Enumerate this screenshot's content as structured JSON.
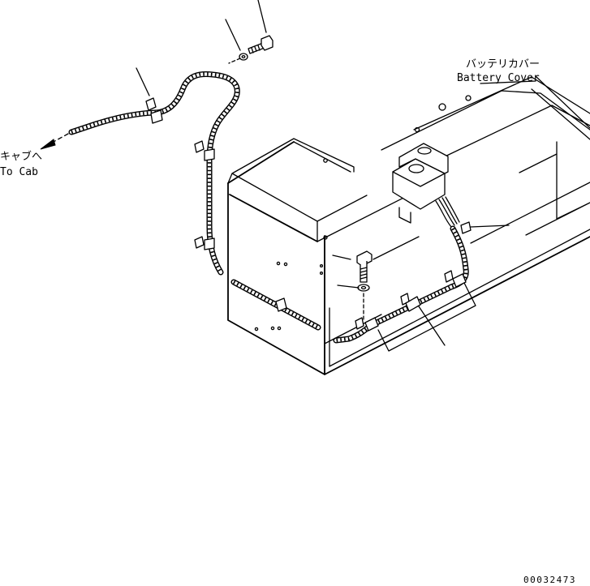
{
  "labels": {
    "to_cab_jp": "キャブへ",
    "to_cab_en": "To Cab",
    "battery_cover_jp": "バッテリカバー",
    "battery_cover_en": "Battery Cover",
    "drawing_number": "00032473"
  }
}
